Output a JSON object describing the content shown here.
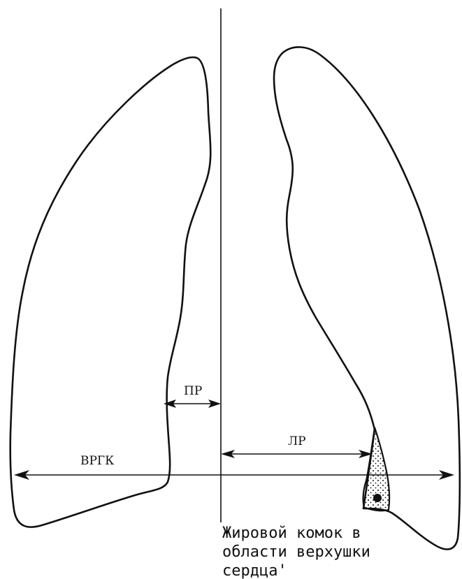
{
  "labels": {
    "pr": "ПР",
    "lr": "ЛР",
    "vrgk": "ВРГК"
  },
  "caption": {
    "line1": "Жировой комок в",
    "line2": "области верхушки",
    "line3": "сердца'"
  },
  "colors": {
    "ink": "#111111",
    "background": "#ffffff"
  }
}
